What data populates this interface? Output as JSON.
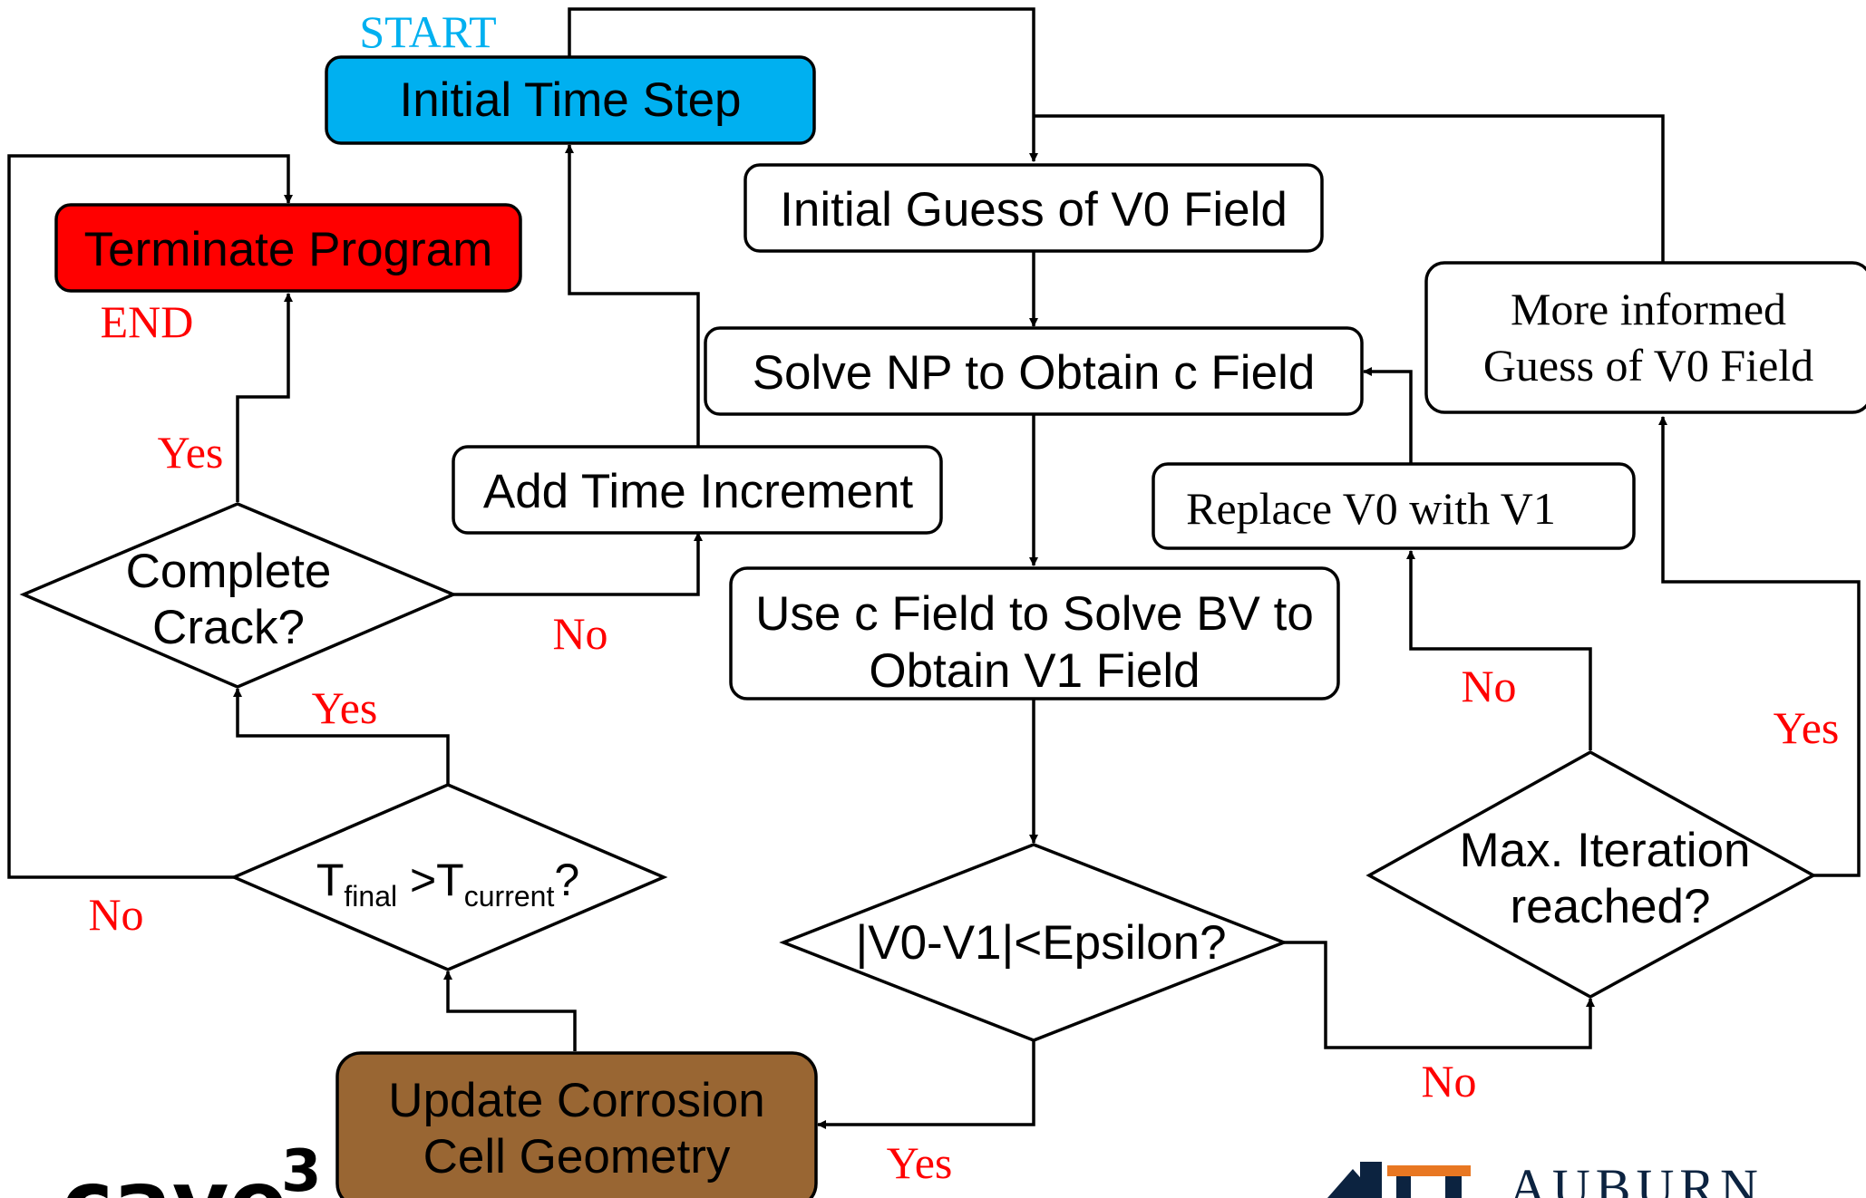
{
  "diagram": {
    "start_label": "START",
    "end_label": "END",
    "colors": {
      "start": "#00b0f0",
      "end": "#ff0000",
      "corrosion": "#996633",
      "label": "#ff0000",
      "start_label": "#00b0f0",
      "logo_navy": "#0c2340",
      "logo_orange": "#e87722"
    },
    "nodes": {
      "initial_time_step": "Initial Time Step",
      "terminate_program": "Terminate Program",
      "initial_guess": "Initial Guess of V0 Field",
      "solve_np": "Solve NP to Obtain c Field",
      "more_informed_1": "More informed",
      "more_informed_2": "Guess of V0 Field",
      "add_time_increment": "Add Time Increment",
      "replace_v0": "Replace V0 with V1",
      "complete_crack_1": "Complete",
      "complete_crack_2": "Crack?",
      "use_c_field_1": "Use c Field to Solve BV to",
      "use_c_field_2": "Obtain V1 Field",
      "t_compare": {
        "t1": "T",
        "sub1": "final",
        "op": " >T",
        "sub2": "current",
        "q": "?"
      },
      "max_iteration_1": "Max. Iteration",
      "max_iteration_2": "reached?",
      "epsilon": "|V0-V1|<Epsilon?",
      "update_corrosion_1": "Update Corrosion",
      "update_corrosion_2": "Cell Geometry"
    },
    "edge_labels": {
      "yes_crack_end": "Yes",
      "no_crack": "No",
      "yes_t_compare": "Yes",
      "no_t_compare": "No",
      "no_max_iter": "No",
      "yes_max_iter": "Yes",
      "no_epsilon": "No",
      "yes_epsilon": "Yes"
    },
    "logos": {
      "cave": "cave",
      "cave_sup": "3",
      "auburn": "AUBURN"
    }
  }
}
